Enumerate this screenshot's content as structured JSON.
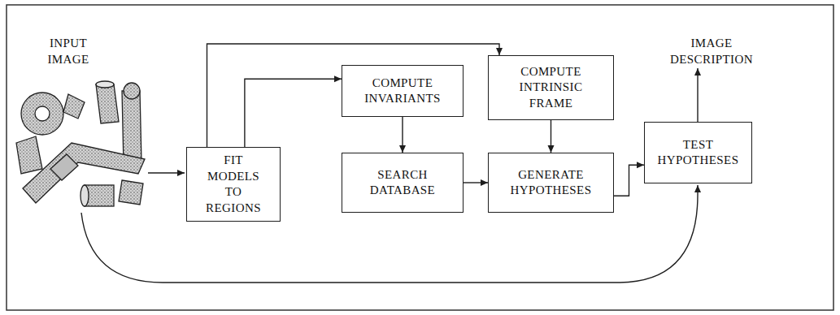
{
  "diagram": {
    "nodes": [
      {
        "text": [
          "FIT MODELS TO REGIONS"
        ]
      },
      {
        "text": [
          "COMPUTE INVARIANTS"
        ]
      },
      {
        "text": [
          "COMPUTE INTRINSIC FRAME"
        ]
      },
      {
        "text": [
          "SEARCH DATABASE"
        ]
      },
      {
        "text": [
          "GENERATE HYPOTHESES"
        ]
      },
      {
        "text": [
          "TEST HYPOTHESES"
        ]
      }
    ],
    "edges": [
      {
        "from": 0,
        "to": 1,
        "arrow": "to"
      },
      {
        "from": 0,
        "to": 2,
        "arrow": "to"
      },
      {
        "from": 1,
        "to": 3,
        "arrow": "to"
      },
      {
        "from": 2,
        "to": 4,
        "arrow": "to"
      },
      {
        "from": 3,
        "to": 4,
        "arrow": "to"
      },
      {
        "from": 4,
        "to": 5,
        "arrow": "to"
      }
    ],
    "labels": [
      "INPUT IMAGE",
      "IMAGE DESCRIPTION"
    ]
  }
}
